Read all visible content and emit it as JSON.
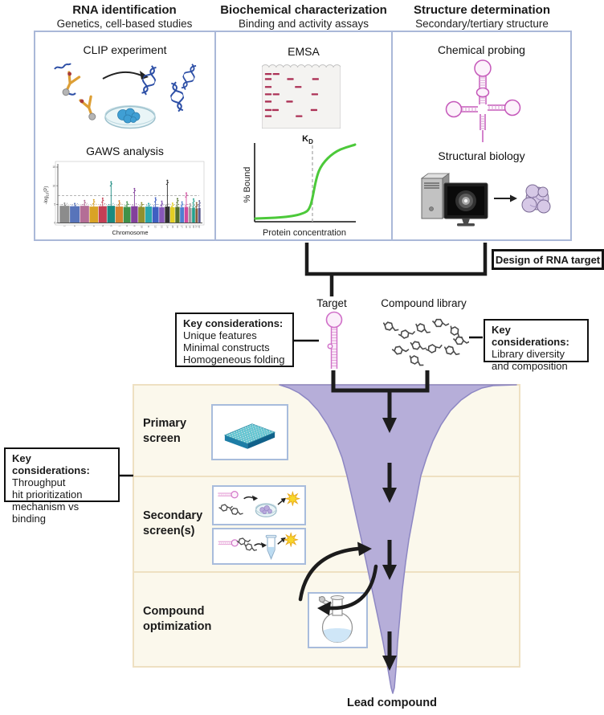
{
  "figure": {
    "columns": [
      {
        "title": "RNA identification",
        "subtitle": "Genetics, cell-based studies"
      },
      {
        "title": "Biochemical characterization",
        "subtitle": "Binding and activity assays"
      },
      {
        "title": "Structure determination",
        "subtitle": "Secondary/tertiary structure"
      }
    ],
    "panel_rna": {
      "clip_title": "CLIP experiment",
      "gaws_title": "GAWS analysis"
    },
    "panel_biochem": {
      "emsa_title": "EMSA",
      "kd_main": "K",
      "kd_sub": "D",
      "ylabel": "% Bound",
      "xlabel": "Protein concentration"
    },
    "panel_structure": {
      "probing_title": "Chemical probing",
      "biology_title": "Structural biology"
    },
    "design_box_label": "Design of RNA target",
    "target_label": "Target",
    "library_label": "Compound library",
    "key_target": {
      "heading": "Key considerations:",
      "line1": "Unique features",
      "line2": "Minimal constructs",
      "line3": "Homogeneous folding"
    },
    "key_library": {
      "heading": "Key considerations:",
      "line1": "Library diversity",
      "line2": "and composition"
    },
    "key_screen": {
      "heading": "Key considerations:",
      "line1": "Throughput",
      "line2": "hit prioritization",
      "line3": "mechanism vs binding"
    },
    "stages": [
      {
        "label": "Primary screen"
      },
      {
        "label": "Secondary screen(s)"
      },
      {
        "label": "Compound optimization"
      }
    ],
    "lead_label": "Lead compound"
  },
  "chart_data": [
    {
      "type": "scatter",
      "variant": "manhattan",
      "title": "GAWS analysis",
      "xlabel": "Chromosome",
      "ylabel": "-log10(P)",
      "ylabel_parts": {
        "pre": "-log",
        "sub": "10",
        "post": "(P)"
      },
      "ylim": [
        0,
        15
      ],
      "yticks": [
        0,
        5,
        10,
        15
      ],
      "grid": false,
      "threshold_lines": [
        {
          "y": 7.3,
          "style": "dashed"
        },
        {
          "y": 5,
          "style": "dotted"
        }
      ],
      "chromosomes": [
        {
          "chr": "1",
          "color": "#8c8c8c",
          "w": 10,
          "base": 4.6,
          "peak": 5.3
        },
        {
          "chr": "2",
          "color": "#5874ba",
          "w": 9.8,
          "base": 4.5,
          "peak": 5.2
        },
        {
          "chr": "3",
          "color": "#b46e96",
          "w": 9.2,
          "base": 4.6,
          "peak": 6.0
        },
        {
          "chr": "4",
          "color": "#d9a326",
          "w": 8.8,
          "base": 4.4,
          "peak": 6.2
        },
        {
          "chr": "5",
          "color": "#c43f55",
          "w": 8.4,
          "base": 4.5,
          "peak": 6.6
        },
        {
          "chr": "6",
          "color": "#1a8a80",
          "w": 8.0,
          "base": 4.6,
          "peak": 11.0
        },
        {
          "chr": "7",
          "color": "#d8822f",
          "w": 7.8,
          "base": 4.4,
          "peak": 5.9
        },
        {
          "chr": "8",
          "color": "#3f9149",
          "w": 7.4,
          "base": 4.3,
          "peak": 5.6
        },
        {
          "chr": "9",
          "color": "#83409c",
          "w": 7.0,
          "base": 4.5,
          "peak": 9.2
        },
        {
          "chr": "10",
          "color": "#90902e",
          "w": 6.9,
          "base": 4.3,
          "peak": 5.4
        },
        {
          "chr": "11",
          "color": "#2aa6ad",
          "w": 6.8,
          "base": 4.4,
          "peak": 5.2
        },
        {
          "chr": "12",
          "color": "#3f5fc2",
          "w": 6.6,
          "base": 4.3,
          "peak": 6.7
        },
        {
          "chr": "13",
          "color": "#8757b8",
          "w": 5.6,
          "base": 4.2,
          "peak": 5.8
        },
        {
          "chr": "14",
          "color": "#303030",
          "w": 5.2,
          "base": 4.4,
          "peak": 11.4
        },
        {
          "chr": "15",
          "color": "#e2ce24",
          "w": 4.9,
          "base": 4.2,
          "peak": 5.3
        },
        {
          "chr": "16",
          "color": "#53702c",
          "w": 4.6,
          "base": 4.3,
          "peak": 6.5
        },
        {
          "chr": "17",
          "color": "#4d80d0",
          "w": 4.3,
          "base": 4.2,
          "peak": 5.6
        },
        {
          "chr": "18",
          "color": "#d14a9c",
          "w": 4.0,
          "base": 4.3,
          "peak": 8.0
        },
        {
          "chr": "19",
          "color": "#9c9c9c",
          "w": 3.4,
          "base": 4.0,
          "peak": 5.1
        },
        {
          "chr": "20",
          "color": "#23a18d",
          "w": 3.3,
          "base": 4.1,
          "peak": 6.4
        },
        {
          "chr": "21",
          "color": "#8a5c38",
          "w": 2.6,
          "base": 3.9,
          "peak": 5.4
        },
        {
          "chr": "22",
          "color": "#5c5c92",
          "w": 2.8,
          "base": 4.0,
          "peak": 5.9
        }
      ]
    },
    {
      "type": "line",
      "variant": "binding-curve-schematic",
      "xlabel": "Protein concentration",
      "ylabel": "% Bound",
      "annotation": "KD",
      "shape": "sigmoid",
      "curve_color": "#4cc93a"
    }
  ],
  "emsa": {
    "band_color": "#ac3156",
    "bands": [
      [
        3,
        10
      ],
      [
        13,
        10
      ],
      [
        3,
        19
      ],
      [
        31,
        19
      ],
      [
        63,
        19
      ],
      [
        3,
        33
      ],
      [
        41,
        33
      ],
      [
        3,
        46
      ],
      [
        13,
        46
      ],
      [
        62,
        46
      ],
      [
        3,
        59
      ],
      [
        30,
        59
      ],
      [
        3,
        74
      ],
      [
        12,
        74
      ],
      [
        61,
        74
      ],
      [
        3,
        85
      ],
      [
        42,
        85
      ]
    ]
  },
  "colors": {
    "funnel_fill": "#b6aed9",
    "funnel_stroke": "#8d87c3",
    "panel_border": "#aab8d8",
    "cream_bg": "#fbf8ec",
    "cream_border": "#eee0c2",
    "arrow_black": "#1c1c1c",
    "rna_pink": "#d06fc8",
    "molecule_gray": "#4a4a4a"
  }
}
